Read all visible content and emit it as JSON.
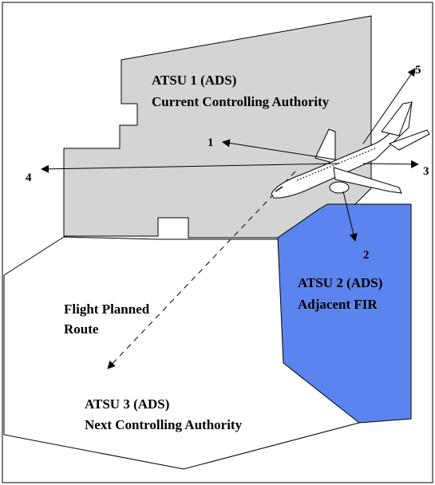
{
  "regions": {
    "atsu1": {
      "line1": "ATSU 1 (ADS)",
      "line2": "Current Controlling Authority",
      "color": "#d4d4d4"
    },
    "atsu2": {
      "line1": "ATSU 2 (ADS)",
      "line2": "Adjacent FIR",
      "color": "#5c84ee"
    },
    "atsu3": {
      "line1": "ATSU 3 (ADS)",
      "line2": "Next Controlling Authority"
    }
  },
  "route": {
    "line1": "Flight Planned",
    "line2": "Route"
  },
  "arrows": [
    {
      "label": "1"
    },
    {
      "label": "2"
    },
    {
      "label": "3"
    },
    {
      "label": "4"
    },
    {
      "label": "5"
    }
  ]
}
